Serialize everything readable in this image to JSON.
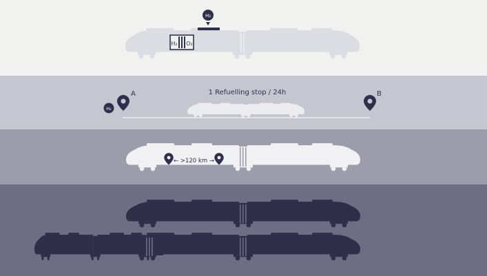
{
  "colors": {
    "band1": "#f1f1ef",
    "band2": "#c6c6d0",
    "band3": "#9c9cab",
    "band4": "#6d6d84",
    "dark": "#2f2f4c",
    "train_light": "#dcdce3",
    "train_white": "#f1f1f4"
  },
  "refuel": {
    "h2_badge": "H₂"
  },
  "tank": {
    "h2_label": "H₂",
    "o2_label": "O₂"
  },
  "route": {
    "caption": "1 Refuelling stop / 24h",
    "point_a": "A",
    "point_b": "B",
    "h2_badge": "H₂"
  },
  "range": {
    "label": "← >120 km →"
  },
  "icons": [
    "map-pin-icon",
    "h2-badge-icon",
    "arrow-down-icon"
  ]
}
